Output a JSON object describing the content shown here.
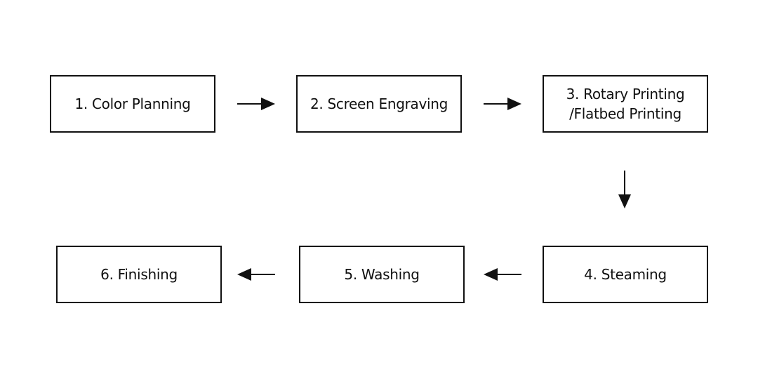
{
  "flow": {
    "steps": [
      {
        "label": "1. Color Planning"
      },
      {
        "label": "2. Screen Engraving"
      },
      {
        "label": "3. Rotary Printing\n/Flatbed Printing"
      },
      {
        "label": "4. Steaming"
      },
      {
        "label": "5. Washing"
      },
      {
        "label": "6. Finishing"
      }
    ],
    "arrows": [
      {
        "from": 1,
        "to": 2,
        "direction": "right"
      },
      {
        "from": 2,
        "to": 3,
        "direction": "right"
      },
      {
        "from": 3,
        "to": 4,
        "direction": "down"
      },
      {
        "from": 4,
        "to": 5,
        "direction": "left"
      },
      {
        "from": 5,
        "to": 6,
        "direction": "left"
      }
    ],
    "colors": {
      "stroke": "#111111",
      "background": "#ffffff"
    }
  }
}
